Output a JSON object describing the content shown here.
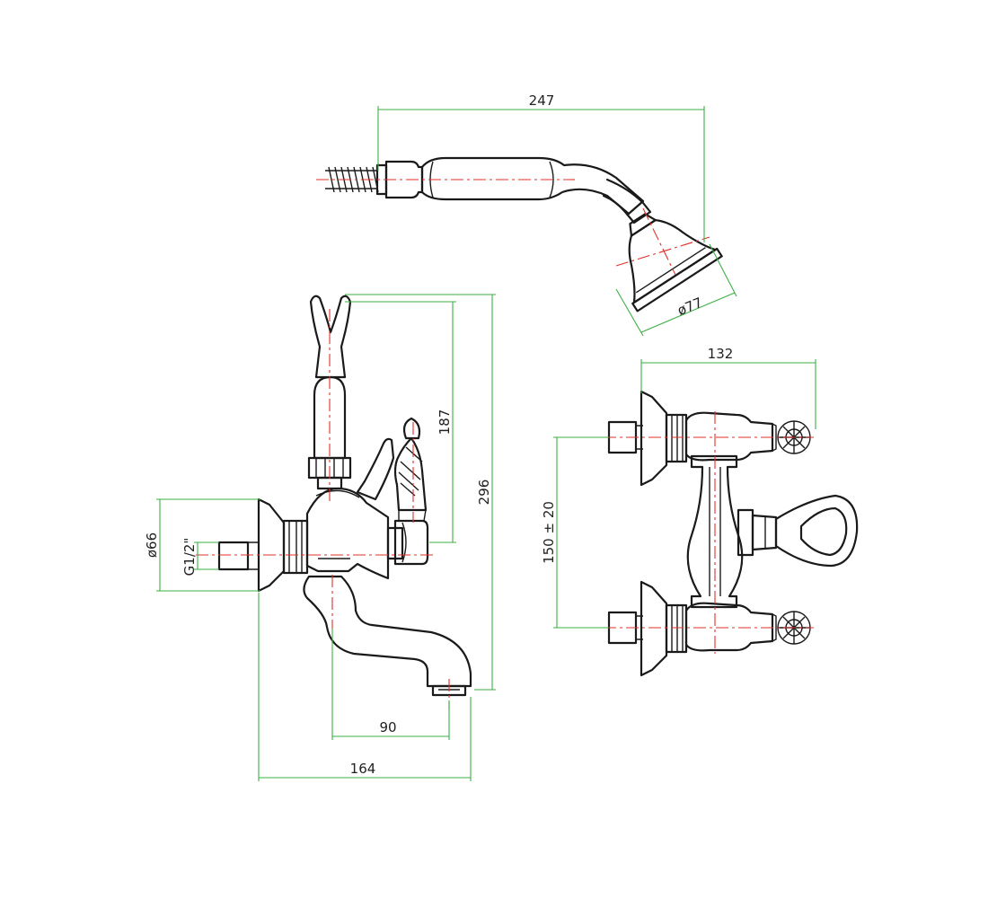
{
  "colors": {
    "outline": "#1a1a1a",
    "centerline": "#e0302a",
    "dimension_line": "#3cb043",
    "background": "#ffffff"
  },
  "dimensions": {
    "hand_shower_length": "247",
    "shower_head_diameter": "ø77",
    "front_total_height": "296",
    "holder_height": "187",
    "escutcheon_diameter": "ø66",
    "thread_size": "G1/2\"",
    "spout_reach": "90",
    "total_depth": "164",
    "side_width": "132",
    "center_distance": "150 ± 20"
  }
}
